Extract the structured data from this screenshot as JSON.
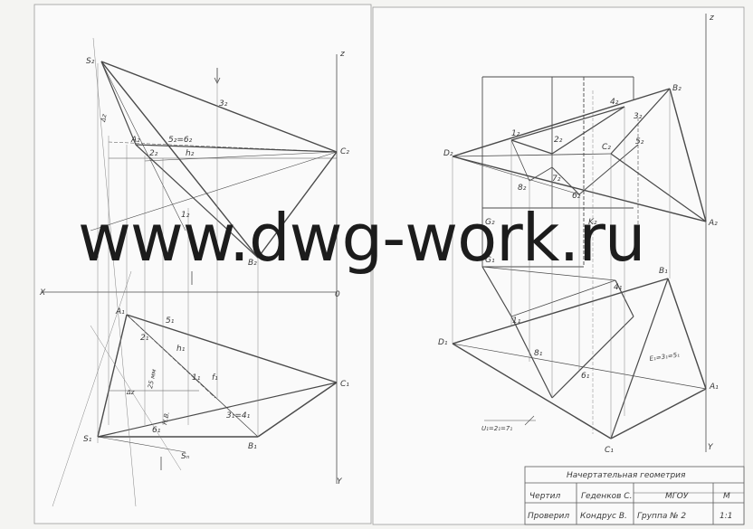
{
  "watermark": "www.dwg-work.ru",
  "left_labels": {
    "S2": "S₂",
    "A2": "A₂",
    "C2": "C₂",
    "B2": "B₂",
    "p3": "3₂",
    "p56": "5₂=6₂",
    "h2": "h₂",
    "p22": "2₂",
    "p12": "1₂",
    "dz": "Δz",
    "z": "z",
    "X": "X",
    "O": "0",
    "Y": "Y",
    "A1": "A₁",
    "p51": "5₁",
    "h1": "h₁",
    "p21": "2₁",
    "C1": "C₁",
    "p11": "1₁",
    "f1": "f₁",
    "p341": "3₁=4₁",
    "S1": "S₁",
    "p61": "6₁",
    "B1": "B₁",
    "Sn": "Sₙ",
    "nv": "H.B.",
    "dist": "25 мм",
    "dz2": "Δz"
  },
  "right_labels": {
    "z": "z",
    "Y": "Y",
    "D2": "D₂",
    "p12": "1₂",
    "p22": "2₂",
    "C2": "C₂",
    "p42": "4₂",
    "p32": "3₂",
    "B2": "B₂",
    "p52": "5₂",
    "p82": "8₂",
    "p72": "7₂",
    "p62": "6₂",
    "A2": "A₂",
    "G2": "G₂",
    "K2": "K₂",
    "G1": "G₁",
    "B1": "B₁",
    "p41": "4₁",
    "p11": "1₁",
    "D1": "D₁",
    "p81": "8₁",
    "E1": "E₁=3₁=5₁",
    "p61": "6₁",
    "A1": "A₁",
    "U1": "U₁=2₁=7₁",
    "C1": "C₁"
  },
  "title_block": {
    "subject": "Начертательная геометрия",
    "drew_label": "Чертил",
    "drew_name": "Геденков С.",
    "checked_label": "Проверил",
    "checked_name": "Кондрус В.",
    "org": "МГОУ",
    "group": "Группа № 2",
    "scale_label": "М",
    "scale": "1:1"
  }
}
